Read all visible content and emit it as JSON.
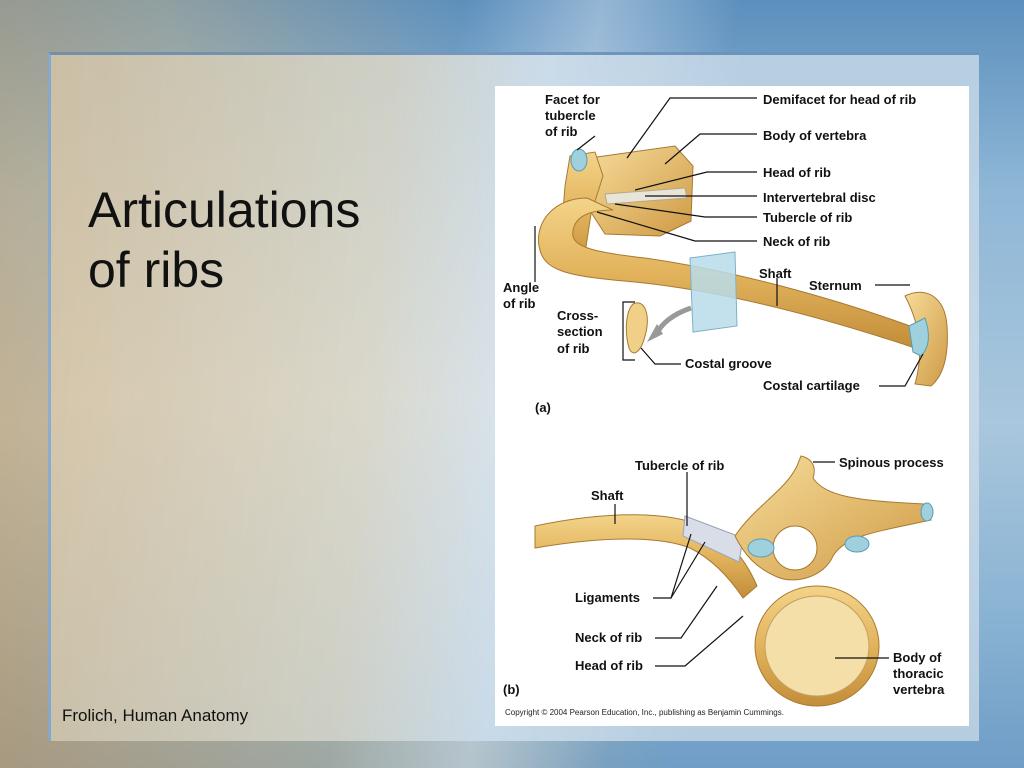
{
  "slide": {
    "title_line1": "Articulations",
    "title_line2": "of ribs",
    "footer": "Frolich, Human Anatomy"
  },
  "figure": {
    "panel_a": {
      "tag": "(a)",
      "labels": {
        "facet_l1": "Facet for",
        "facet_l2": "tubercle",
        "facet_l3": "of rib",
        "demifacet": "Demifacet for head of rib",
        "body_vertebra": "Body of vertebra",
        "head_rib": "Head of rib",
        "disc": "Intervertebral disc",
        "tubercle": "Tubercle of rib",
        "neck": "Neck of rib",
        "angle_l1": "Angle",
        "angle_l2": "of rib",
        "shaft": "Shaft",
        "sternum": "Sternum",
        "cross_l1": "Cross-",
        "cross_l2": "section",
        "cross_l3": "of rib",
        "costal_groove": "Costal groove",
        "costal_cartilage": "Costal cartilage"
      }
    },
    "panel_b": {
      "tag": "(b)",
      "labels": {
        "tubercle": "Tubercle of rib",
        "spinous": "Spinous process",
        "shaft": "Shaft",
        "ligaments": "Ligaments",
        "neck": "Neck of rib",
        "head": "Head of rib",
        "body_l1": "Body of",
        "body_l2": "thoracic",
        "body_l3": "vertebra"
      }
    },
    "copyright": "Copyright © 2004 Pearson Education, Inc., publishing as Benjamin Cummings."
  }
}
